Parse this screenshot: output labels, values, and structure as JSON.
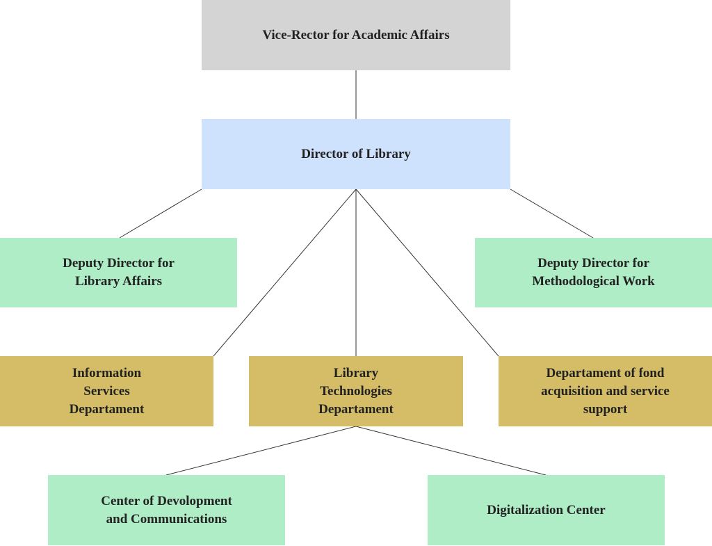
{
  "colors": {
    "gray": "#d4d4d4",
    "blue": "#cfe2fd",
    "green": "#aeedc6",
    "gold": "#d4bd66",
    "line": "#333333",
    "text": "#222222"
  },
  "nodes": {
    "vice_rector": {
      "label": "Vice-Rector for Academic Affairs"
    },
    "director": {
      "label": "Director of Library"
    },
    "deputy_library": {
      "label": "Deputy Director for\nLibrary Affairs"
    },
    "deputy_method": {
      "label": "Deputy Director for\nMethodological Work"
    },
    "info_services": {
      "label": "Information\nServices\nDepartament"
    },
    "library_tech": {
      "label": "Library\nTechnologies\nDepartament"
    },
    "fond_acquisition": {
      "label": "Departament of fond\nacquisition and service\nsupport"
    },
    "dev_center": {
      "label": "Center of Devolopment\nand Communications"
    },
    "digital_center": {
      "label": "Digitalization Center"
    }
  }
}
